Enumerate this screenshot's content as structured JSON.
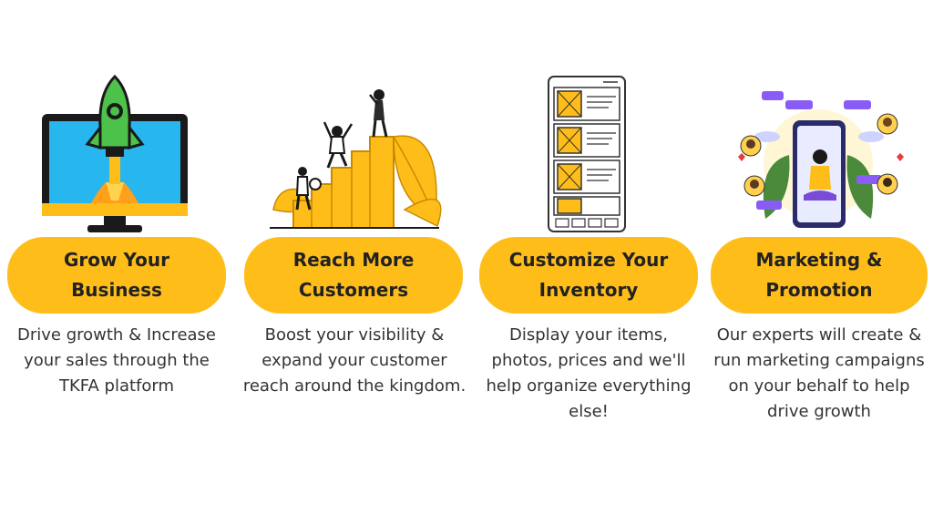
{
  "colors": {
    "accent": "#ffbd1a",
    "text": "#333333",
    "title": "#222222"
  },
  "cards": [
    {
      "title": "Grow Your\nBusiness",
      "description": "Drive growth & Increase your sales through the TKFA platform",
      "icon": "rocket-monitor-icon"
    },
    {
      "title": "Reach More\nCustomers",
      "description": "Boost your visibility & expand your customer reach around the kingdom.",
      "icon": "climbing-stairs-icon"
    },
    {
      "title": "Customize Your\nInventory",
      "description": "Display your items, photos, prices and we'll help organize everything else!",
      "icon": "mobile-wireframe-icon"
    },
    {
      "title": "Marketing &\nPromotion",
      "description": "Our experts will create & run marketing campaigns on your behalf to help drive growth",
      "icon": "social-media-phone-icon"
    }
  ]
}
